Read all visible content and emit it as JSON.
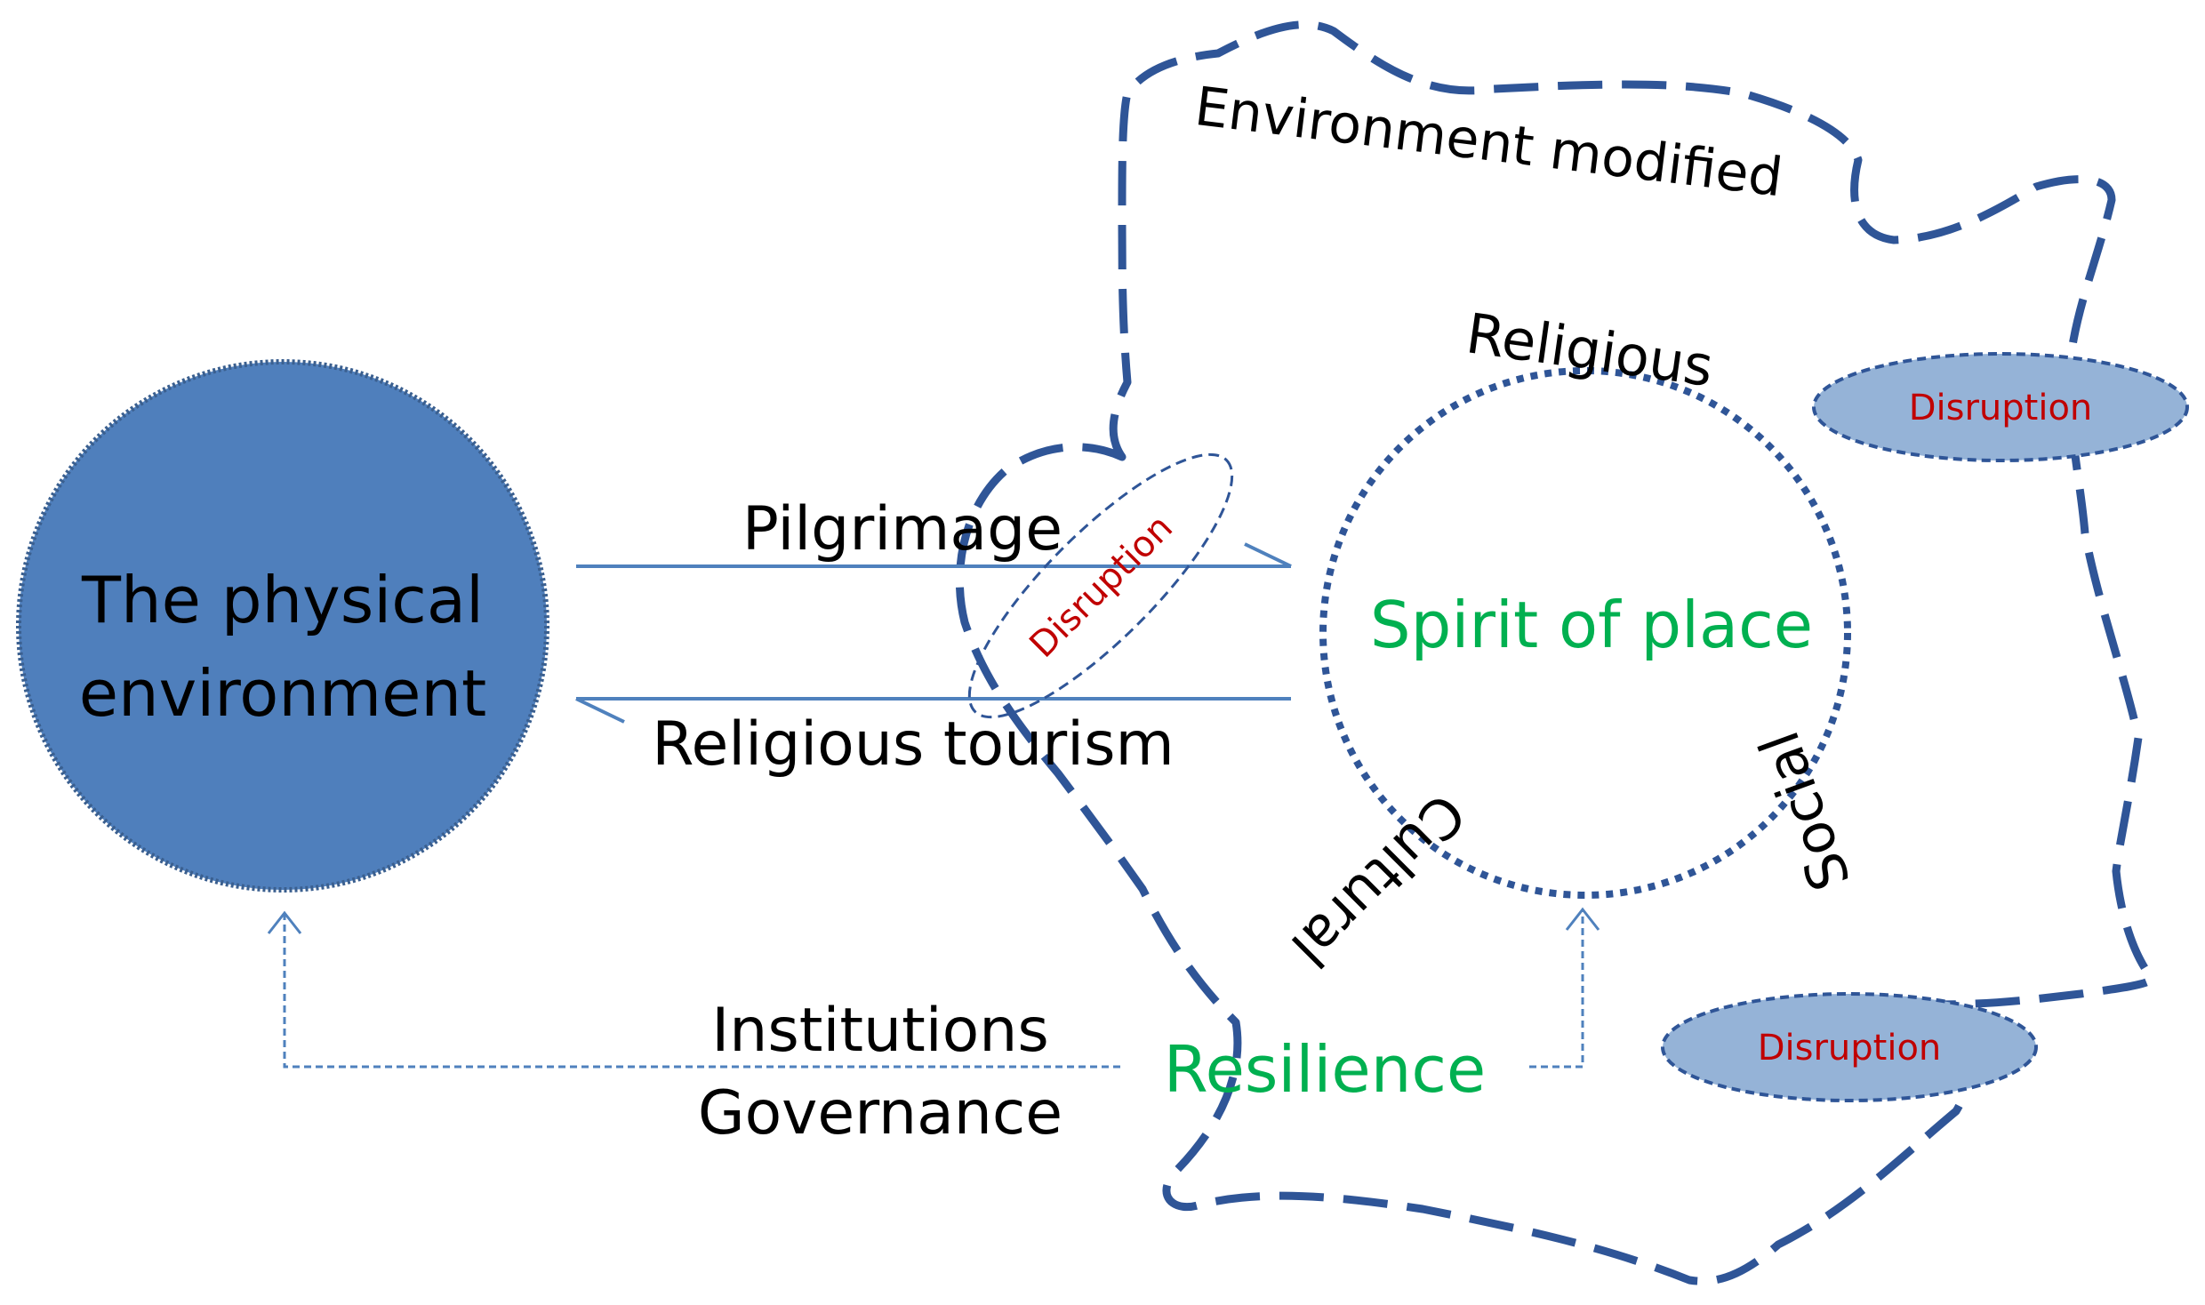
{
  "diagram": {
    "environment_label": "The physical environment",
    "environment_line1": "The physical",
    "environment_line2": "environment",
    "spirit_label": "Spirit of place",
    "env_modified_label": "Environment modified",
    "flows": {
      "pilgrimage": "Pilgrimage",
      "religious_tourism": "Religious tourism"
    },
    "feedback": {
      "institutions": "Institutions",
      "governance": "Governance",
      "resilience": "Resilience"
    },
    "dimensions": {
      "religious": "Religious",
      "cultural": "Cultural",
      "social": "Social"
    },
    "disruptions": {
      "oblique": "Disruption",
      "right": "Disruption",
      "bottom": "Disruption"
    }
  },
  "colors": {
    "env_fill": "#4f7fbc",
    "env_border": "#3a5f8f",
    "spirit_circle": "#2f5597",
    "dashed_boundary": "#2f5597",
    "arrow_line": "#4f81bd",
    "green_text": "#00b050",
    "red_text": "#c00000",
    "disruption_fill": "#95b3d7",
    "disruption_border": "#2f5597"
  },
  "icons": {
    "arrow_heads": "arrow-head-icon"
  }
}
